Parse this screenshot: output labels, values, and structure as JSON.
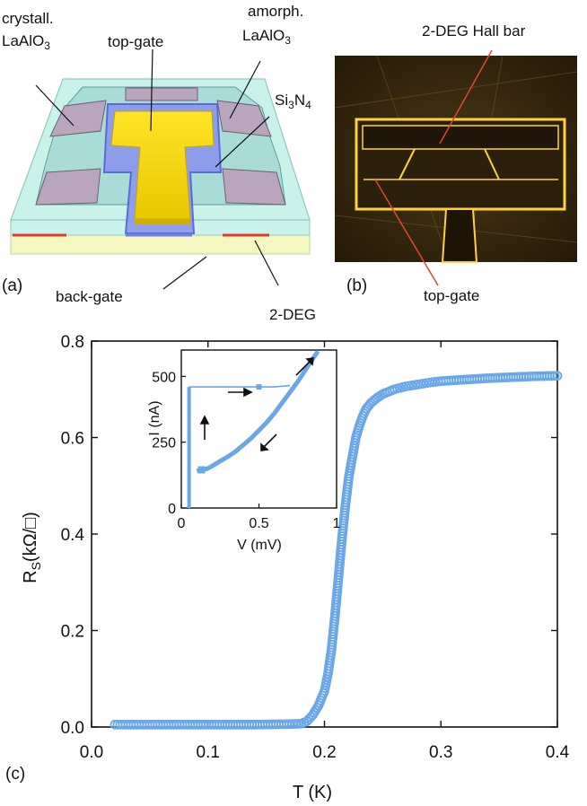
{
  "panel_a": {
    "label": "(a)",
    "labels": {
      "crystall_line1": "crystall.",
      "crystall_line2": "LaAlO",
      "crystall_sub": "3",
      "topgate": "top-gate",
      "amorph_line1": "amorph.",
      "amorph_line2": "LaAlO",
      "amorph_sub": "3",
      "si3n4_a": "Si",
      "si3n4_b": "3",
      "si3n4_c": "N",
      "si3n4_d": "4",
      "backgate": "back-gate",
      "deg": "2-DEG"
    },
    "colors": {
      "substrate": "#c9f2ea",
      "crystal_layer": "#a9dcd6",
      "contact": "#b9a6bd",
      "gate": "#f5d80c",
      "si3n4": "#6f7fe8",
      "deg": "#e03a2a",
      "base": "#f4f8c0"
    }
  },
  "panel_b": {
    "label": "(b)",
    "labels": {
      "hallbar": "2-DEG Hall bar",
      "topgate": "top-gate"
    },
    "colors": {
      "background": "#3a2c10",
      "outline": "#ffd23a",
      "pointer": "#e2462e"
    }
  },
  "panel_c": {
    "label": "(c)",
    "colors": {
      "marker": "#6aa7e8"
    }
  },
  "chart_data": [
    {
      "type": "scatter",
      "title": "",
      "xlabel": "T (K)",
      "ylabel_main": "R",
      "ylabel_sub": "S",
      "ylabel_unit": "(kΩ/",
      "ylabel_close": ")",
      "xlim": [
        0.0,
        0.4
      ],
      "ylim": [
        0.0,
        0.8
      ],
      "xticks": [
        "0.0",
        "0.1",
        "0.2",
        "0.3",
        "0.4"
      ],
      "yticks": [
        "0.0",
        "0.2",
        "0.4",
        "0.6",
        "0.8"
      ],
      "x": [
        0.02,
        0.05,
        0.08,
        0.11,
        0.14,
        0.17,
        0.18,
        0.185,
        0.19,
        0.195,
        0.2,
        0.203,
        0.206,
        0.209,
        0.212,
        0.215,
        0.218,
        0.221,
        0.224,
        0.227,
        0.23,
        0.233,
        0.236,
        0.24,
        0.245,
        0.25,
        0.26,
        0.27,
        0.28,
        0.29,
        0.3,
        0.32,
        0.34,
        0.36,
        0.38,
        0.4
      ],
      "y": [
        0.005,
        0.005,
        0.005,
        0.005,
        0.005,
        0.006,
        0.007,
        0.012,
        0.025,
        0.045,
        0.075,
        0.11,
        0.16,
        0.23,
        0.31,
        0.39,
        0.46,
        0.52,
        0.56,
        0.6,
        0.625,
        0.645,
        0.66,
        0.672,
        0.682,
        0.69,
        0.7,
        0.706,
        0.71,
        0.714,
        0.717,
        0.72,
        0.723,
        0.725,
        0.727,
        0.728
      ]
    },
    {
      "type": "line",
      "title": "",
      "xlabel": "V (mV)",
      "ylabel": "I (nA)",
      "xlim": [
        0,
        1
      ],
      "ylim": [
        0,
        600
      ],
      "xticks": [
        "0",
        "0.5",
        "1"
      ],
      "yticks": [
        "0",
        "250",
        "500"
      ],
      "series": [
        {
          "x": [
            0.05,
            0.05,
            0.05,
            0.05,
            0.05,
            0.05,
            0.05
          ],
          "y": [
            0,
            100,
            200,
            300,
            400,
            460,
            460
          ]
        },
        {
          "x": [
            0.05,
            0.2,
            0.4,
            0.5,
            0.6,
            0.7
          ],
          "y": [
            460,
            460,
            460,
            460,
            460,
            465
          ]
        },
        {
          "x": [
            0.1,
            0.13,
            0.17,
            0.2,
            0.25,
            0.3,
            0.35,
            0.4,
            0.45,
            0.5,
            0.55,
            0.6,
            0.65,
            0.7,
            0.75,
            0.8,
            0.85,
            0.88
          ],
          "y": [
            140,
            145,
            150,
            160,
            178,
            195,
            215,
            240,
            265,
            295,
            325,
            360,
            400,
            440,
            480,
            525,
            570,
            595
          ]
        }
      ]
    }
  ]
}
